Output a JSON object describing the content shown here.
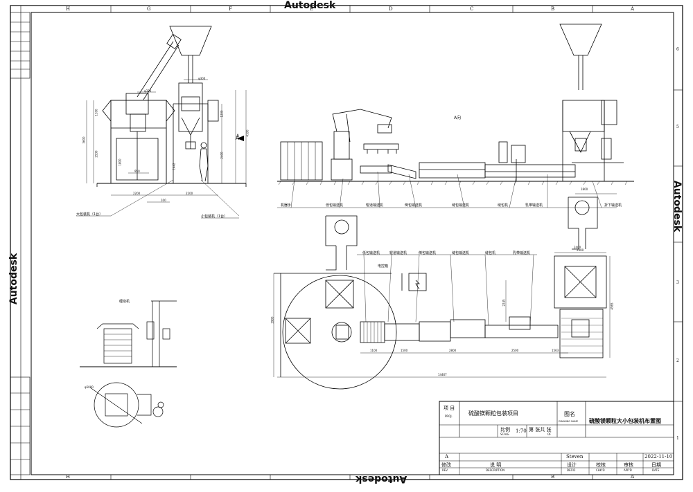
{
  "watermark": "Autodesk",
  "grid": {
    "cols": [
      "H",
      "G",
      "F",
      "E",
      "D",
      "C",
      "B",
      "A"
    ],
    "rows": [
      "6",
      "5",
      "4",
      "3",
      "2",
      "1"
    ]
  },
  "side_view": {
    "title": "A向",
    "arrow_label": "A",
    "dim_1800": "1800",
    "dim_2400": "2400",
    "labels": [
      "机器手",
      "低包输送机",
      "辊道输送机",
      "倒包输送机",
      "缝包输送机",
      "缝包机",
      "乳带输送机",
      "折下输送机"
    ]
  },
  "front_view": {
    "dim_320": "φ320",
    "dim_300": "φ300",
    "dim_3600": "3600",
    "dim_1100": "1100",
    "dim_2530": "2530",
    "dim_1800": "1800",
    "dim_1200": "1200",
    "dim_4100": "4100",
    "dim_2400": "2400",
    "dim_1442": "1442",
    "dim_950": "950",
    "dim_2200a": "2200",
    "dim_100": "100",
    "dim_2200b": "2200",
    "label_big": "大包装机（1台）",
    "label_small": "小包装机（1台）"
  },
  "plan_view": {
    "top_labels": [
      "低包输送机",
      "辊道输送机",
      "倒包输送机",
      "缝包输送机",
      "缝包机",
      "乳带输送机"
    ],
    "label_cabinet": "电控箱",
    "dims": [
      "1100",
      "1500",
      "2800",
      "2500",
      "1563",
      "2245",
      "2400",
      "4565",
      "3900",
      "14467"
    ]
  },
  "detail_view": {
    "title": "缠绕机",
    "dim": "φ5000"
  },
  "title_block": {
    "project_label": "项 目",
    "project_label_en": "PROJ.",
    "project_name": "硫酸镁颗粒包装项目",
    "drawing_label": "图名",
    "drawing_label_en": "DRAWING NAME",
    "drawing_name": "硫酸镁颗粒大小包装机布置图",
    "scale_label": "比例",
    "scale_label_en": "SCALE",
    "scale_value": "1:70",
    "sheet_label": "第 张共 张",
    "sheet_label_en": "OF",
    "rev_value": "A",
    "author": "Steven",
    "date": "2022-11-10",
    "rev_label": "修改",
    "rev_label_en": "REV",
    "desc_label": "说 明",
    "desc_label_en": "DESCRIPTION",
    "design_label": "设计",
    "design_label_en": "DES'D",
    "check_label": "校核",
    "check_label_en": "CHK'D",
    "approve_label": "审核",
    "approve_label_en": "APP'D",
    "date_label": "日期",
    "date_label_en": "DATE"
  }
}
